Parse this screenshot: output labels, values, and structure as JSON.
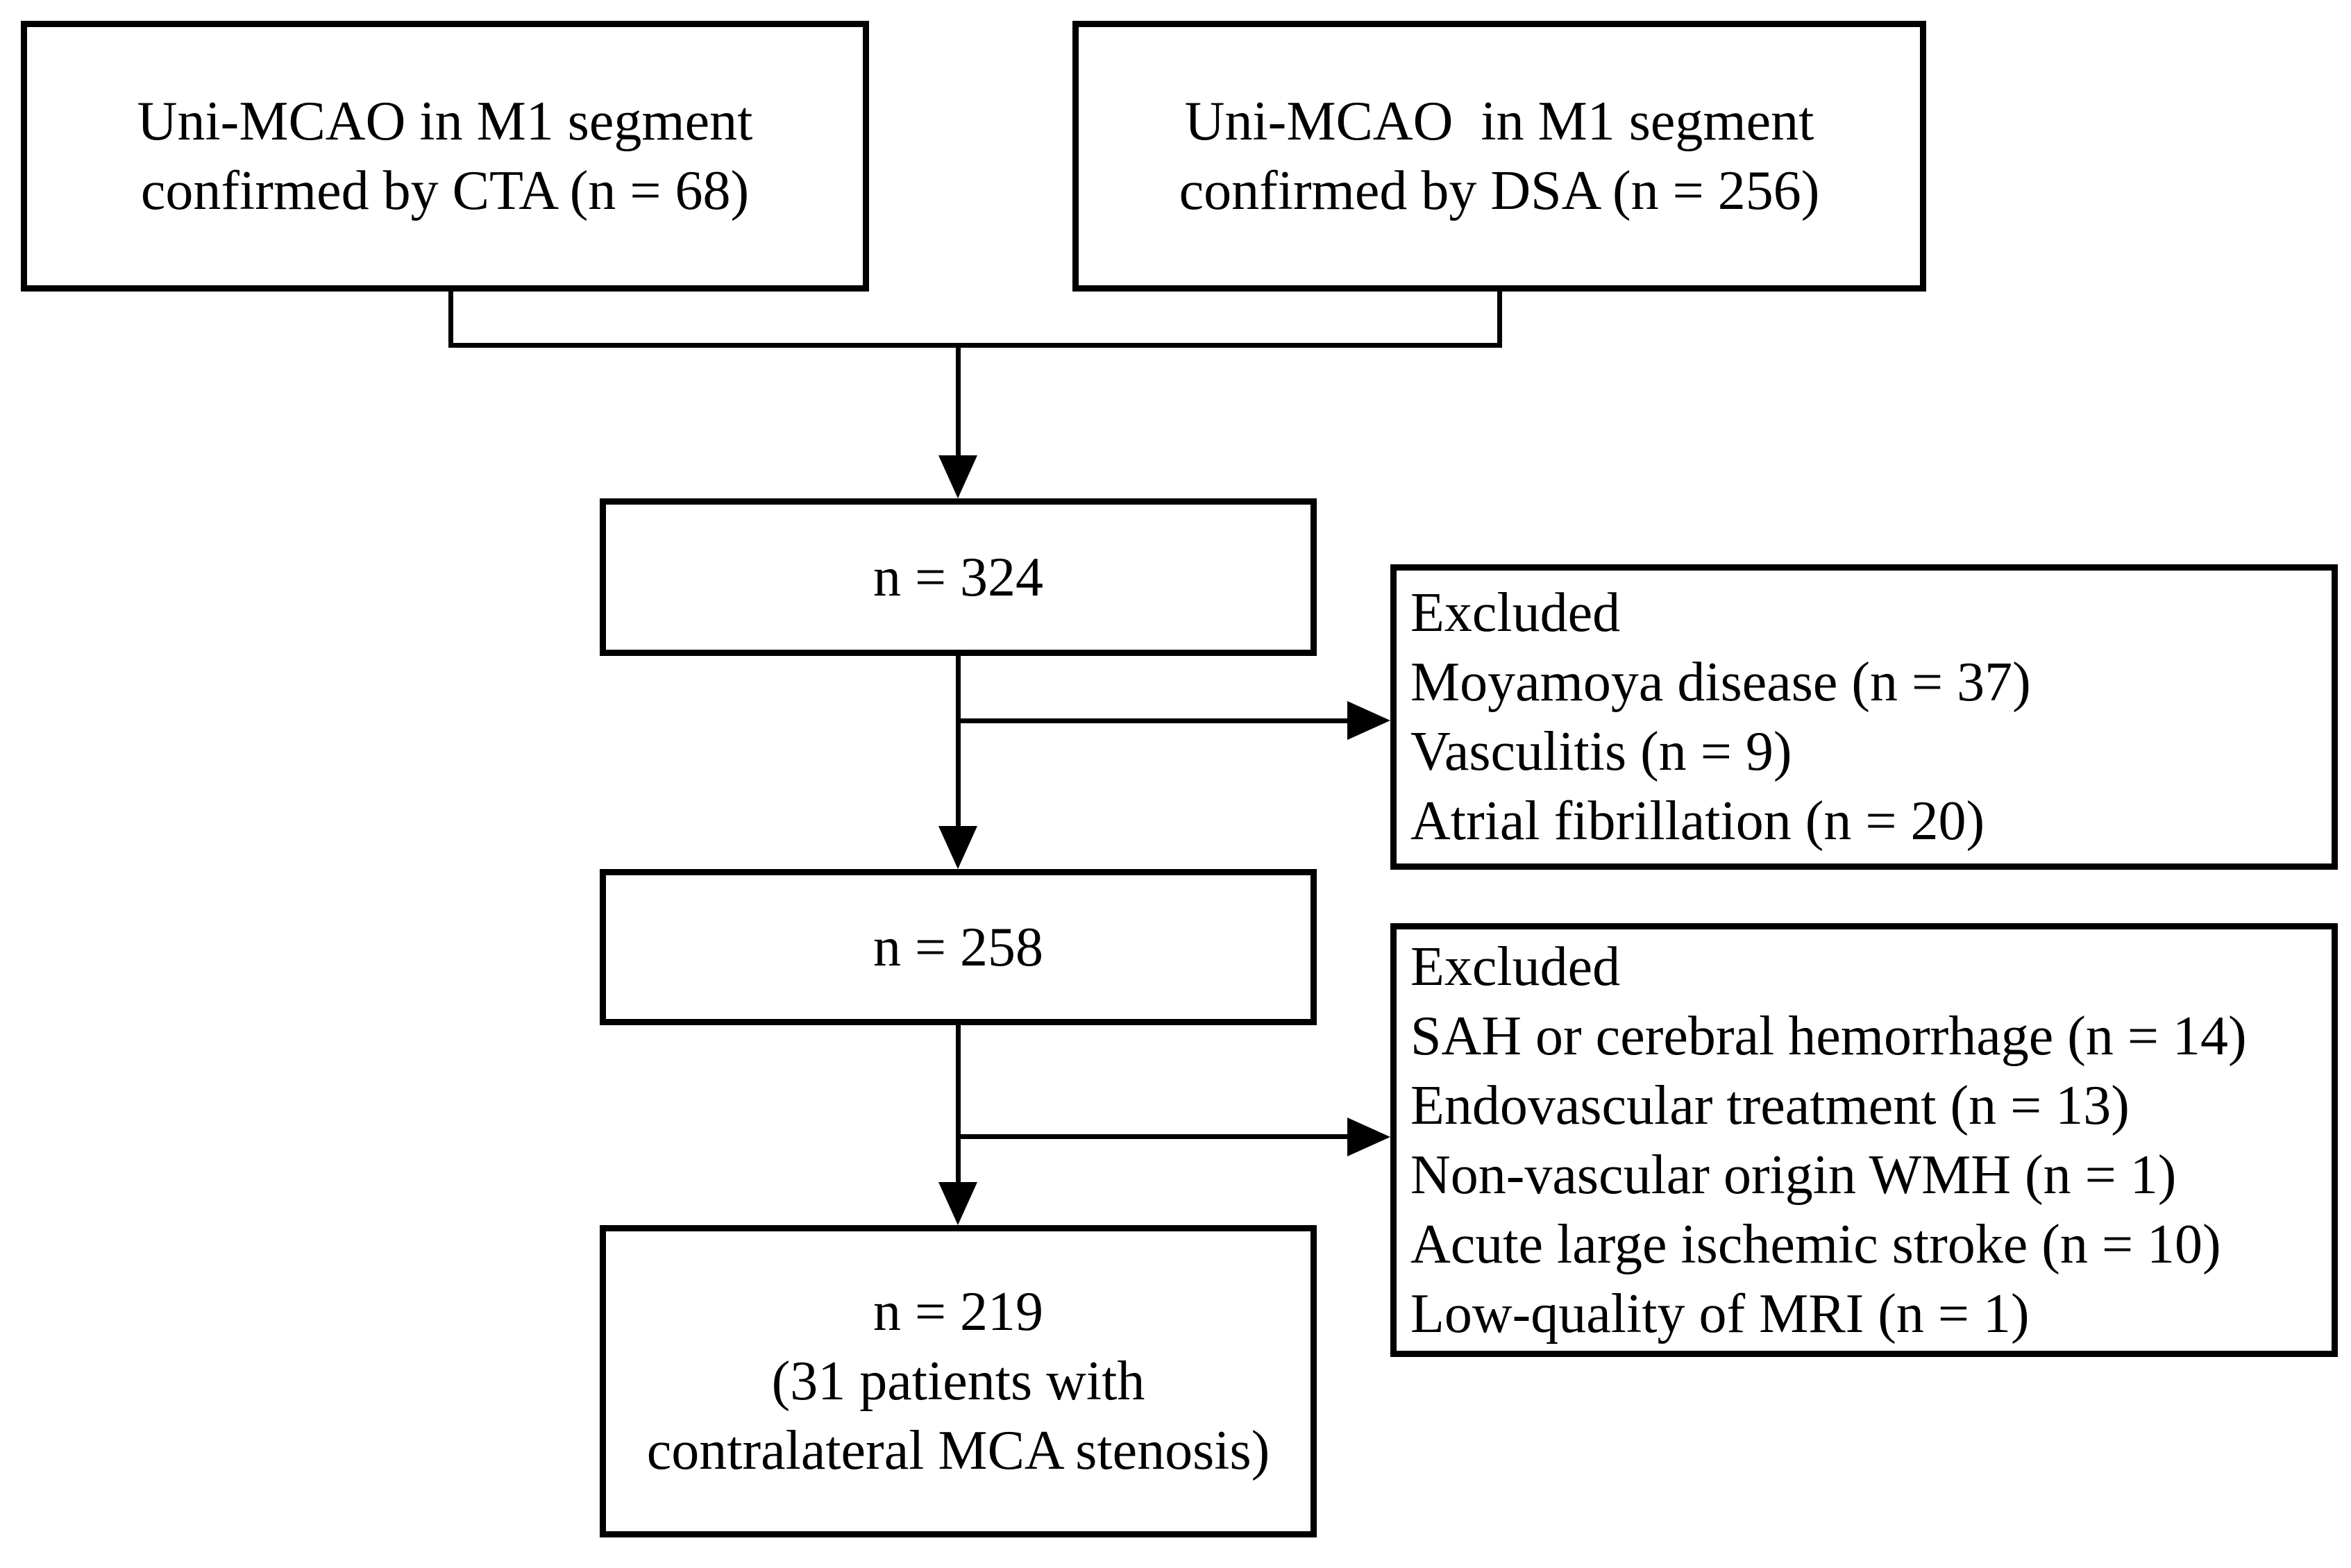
{
  "diagram": {
    "type": "flowchart",
    "colors": {
      "line": "#000000",
      "text": "#000000",
      "background": "#ffffff"
    },
    "boxes": {
      "cta": {
        "lines": [
          "Uni-MCAO in M1 segment",
          "confirmed by CTA (n = 68)"
        ]
      },
      "dsa": {
        "lines": [
          "Uni-MCAO  in M1 segment",
          "confirmed by DSA (n = 256)"
        ]
      },
      "pooled": {
        "lines": [
          "n = 324"
        ]
      },
      "excluded1": {
        "lines": [
          "Excluded",
          "Moyamoya disease (n = 37)",
          "Vasculitis (n = 9)",
          "Atrial fibrillation (n = 20)"
        ]
      },
      "after_first_exclusion": {
        "lines": [
          "n = 258"
        ]
      },
      "excluded2": {
        "lines": [
          "Excluded",
          "SAH or cerebral hemorrhage (n = 14)",
          "Endovascular treatment (n = 13)",
          "Non-vascular origin WMH (n = 1)",
          "Acute large ischemic stroke (n = 10)",
          "Low-quality of MRI (n = 1)"
        ]
      },
      "final": {
        "lines": [
          "n = 219",
          "(31 patients with",
          "contralateral MCA stenosis)"
        ]
      }
    }
  }
}
